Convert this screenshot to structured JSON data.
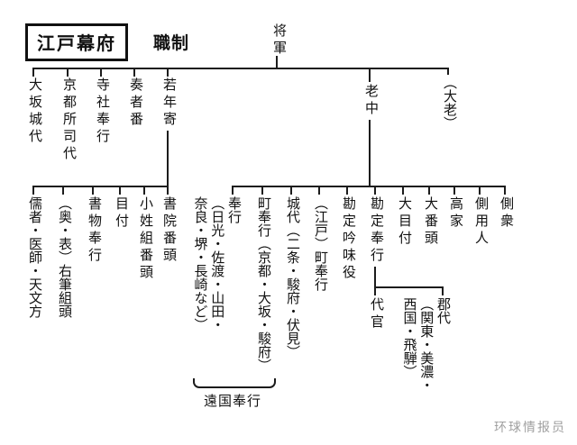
{
  "header": {
    "boxed_title": "江戸幕府",
    "subtitle": "職制"
  },
  "nodes": {
    "shogun": "将軍",
    "level1": {
      "osaka_jodai": "大坂城代",
      "kyoto_shoshidai": "京都所司代",
      "jisha_bugyo": "寺社奉行",
      "sojaban": "奏者番",
      "wakadoshiyori": "若年寄",
      "rochu": "老中",
      "tairo": "（大老）"
    },
    "under_wakadoshiyori": {
      "jusha_ishi_tenmonkata": "儒者・医師・天文方",
      "yuhitsu_kumigashira": "（奥・表）右筆組頭",
      "shomotsu_bugyo": "書物奉行",
      "metsuke": "目付",
      "koshogumi_bangashira": "小姓組番頭",
      "shoin_bangashira": "書院番頭"
    },
    "under_rochu": {
      "enkoku_bugyo": "奉行\n（日光・佐渡・山田・\n奈良・堺・長崎など）",
      "kamigata_machibugyo": "町奉行（京都・大坂・駿府）",
      "jodai": "城代（二条・駿府・伏見）",
      "edo_machibugyo": "（江戸）町奉行",
      "kanjo_gimmiyaku": "勘定吟味役",
      "kanjo_bugyo": "勘定奉行",
      "ometsuke": "大目付",
      "obangashira": "大番頭",
      "koke": "高家",
      "sobayonin": "側用人",
      "sobashu": "側衆"
    },
    "under_kanjo_bugyo": {
      "daikan": "代官",
      "gundai": "郡代\n（関東・美濃・\n西国・飛騨）"
    },
    "group": {
      "engoku_bugyo_label": "遠国奉行"
    }
  },
  "watermark": "环球情报员"
}
